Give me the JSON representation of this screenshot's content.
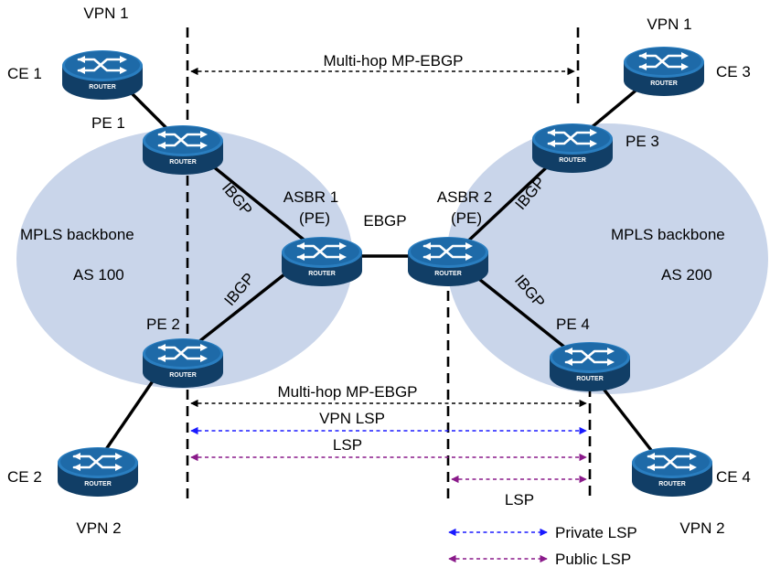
{
  "colors": {
    "cloud": "#c9d5ea",
    "link": "#000000",
    "vpn_lsp": "#1a1aff",
    "public_lsp": "#8a1a8a",
    "router_top": "#1e6aa8",
    "router_body": "#113e66"
  },
  "routers": [
    {
      "id": "ce1",
      "name": "CE 1",
      "icon_text": "ROUTER",
      "group": "VPN 1"
    },
    {
      "id": "pe1",
      "name": "PE 1",
      "icon_text": "ROUTER"
    },
    {
      "id": "pe2",
      "name": "PE 2",
      "icon_text": "ROUTER"
    },
    {
      "id": "ce2",
      "name": "CE 2",
      "icon_text": "ROUTER",
      "group": "VPN 2"
    },
    {
      "id": "asbr1",
      "name": "ASBR 1",
      "sub": "(PE)",
      "icon_text": "ROUTER"
    },
    {
      "id": "asbr2",
      "name": "ASBR 2",
      "sub": "(PE)",
      "icon_text": "ROUTER"
    },
    {
      "id": "pe3",
      "name": "PE 3",
      "icon_text": "ROUTER"
    },
    {
      "id": "ce3",
      "name": "CE 3",
      "icon_text": "ROUTER",
      "group": "VPN 1"
    },
    {
      "id": "pe4",
      "name": "PE 4",
      "icon_text": "ROUTER"
    },
    {
      "id": "ce4",
      "name": "CE 4",
      "icon_text": "ROUTER",
      "group": "VPN 2"
    }
  ],
  "labels": {
    "ce1": "CE 1",
    "ce2": "CE 2",
    "ce3": "CE 3",
    "ce4": "CE 4",
    "pe1": "PE 1",
    "pe2": "PE 2",
    "pe3": "PE 3",
    "pe4": "PE 4",
    "asbr1": "ASBR 1",
    "asbr1_sub": "(PE)",
    "asbr2": "ASBR 2",
    "asbr2_sub": "(PE)",
    "vpn1_left": "VPN 1",
    "vpn1_right": "VPN 1",
    "vpn2_left": "VPN 2",
    "vpn2_right": "VPN 2",
    "backbone_left": "MPLS backbone",
    "as_left": "AS 100",
    "backbone_right": "MPLS backbone",
    "as_right": "AS 200",
    "ibgp_pe1": "IBGP",
    "ibgp_pe2": "IBGP",
    "ibgp_pe3": "IBGP",
    "ibgp_pe4": "IBGP",
    "ebgp": "EBGP",
    "mp_ebgp_top": "Multi-hop MP-EBGP",
    "mp_ebgp_bottom": "Multi-hop MP-EBGP",
    "vpn_lsp": "VPN LSP",
    "lsp_long": "LSP",
    "lsp_short": "LSP",
    "router_icon_text": "ROUTER"
  },
  "legend": {
    "private_lsp": "Private LSP",
    "public_lsp": "Public LSP"
  }
}
